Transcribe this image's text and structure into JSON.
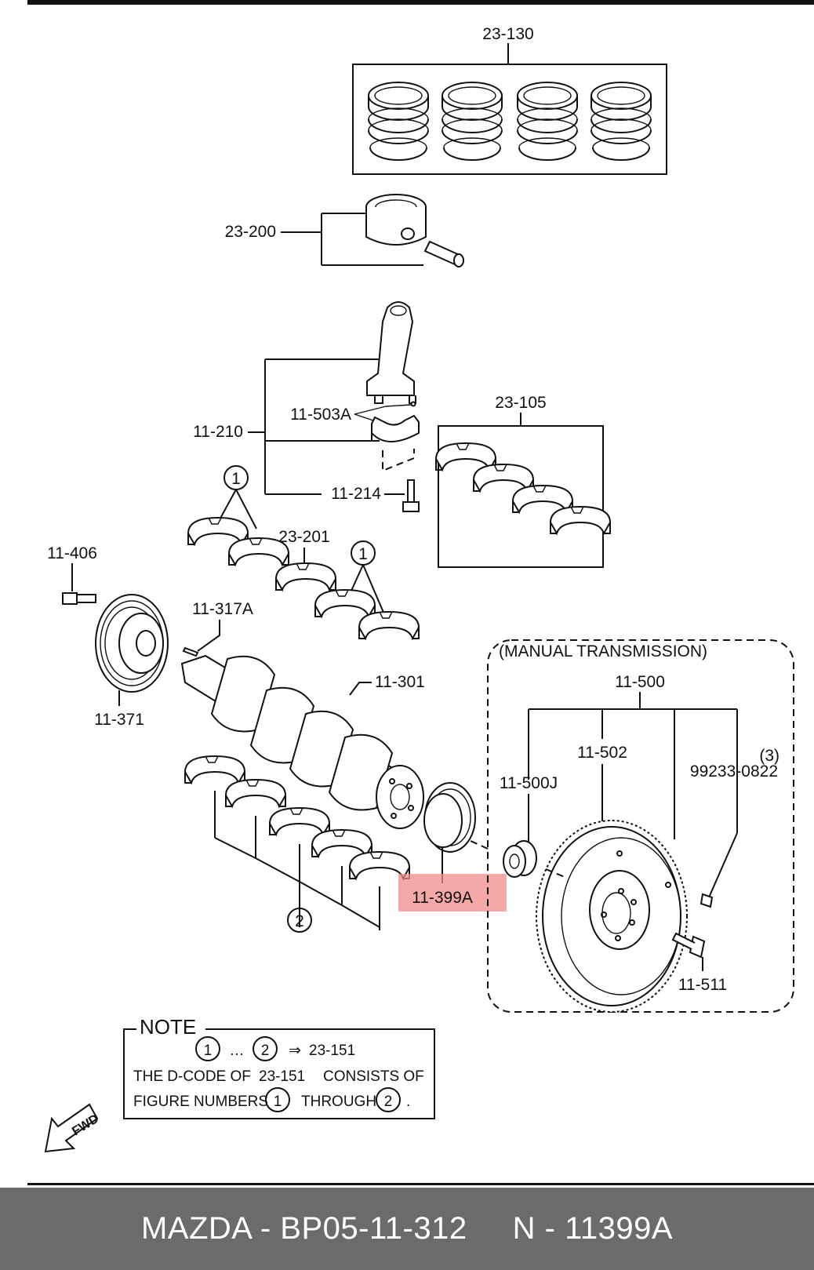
{
  "labels": {
    "piston_ring_set": "23-130",
    "piston_set": "23-200",
    "connecting_rod_set": "11-210",
    "rod_nut": "11-503A",
    "rod_bolt": "11-214",
    "rod_bearing_set": "23-105",
    "pulley_bolt": "11-406",
    "pulley": "11-371",
    "key": "11-317A",
    "thrust_bearing": "23-201",
    "crankshaft": "11-301",
    "rear_oil_seal": "11-399A",
    "manual_transmission": "(MANUAL TRANSMISSION)",
    "flywheel_set": "11-500",
    "ring_gear": "11-502",
    "pilot_bearing": "11-500J",
    "dowel_pin": "99233-0822",
    "dowel_qty": "(3)",
    "flywheel_bolt": "11-511",
    "circle_1": "1",
    "circle_2": "2"
  },
  "note": {
    "heading": "NOTE",
    "range_target": "23-151",
    "range_from": "1",
    "range_to": "2",
    "ellipsis": "…",
    "arrow": "⇒",
    "line2_a": "THE D-CODE OF",
    "line2_code": "23-151",
    "line2_b": "CONSISTS OF",
    "line3_a": "FIGURE NUMBERS",
    "line3_b": "THROUGH",
    "line3_end": "."
  },
  "fwd": "FWD",
  "footer": "MAZDA - BP05-11-312     N - 11399A",
  "colors": {
    "highlight": "#f28b8b",
    "footer_bg": "#6b6b6b"
  }
}
